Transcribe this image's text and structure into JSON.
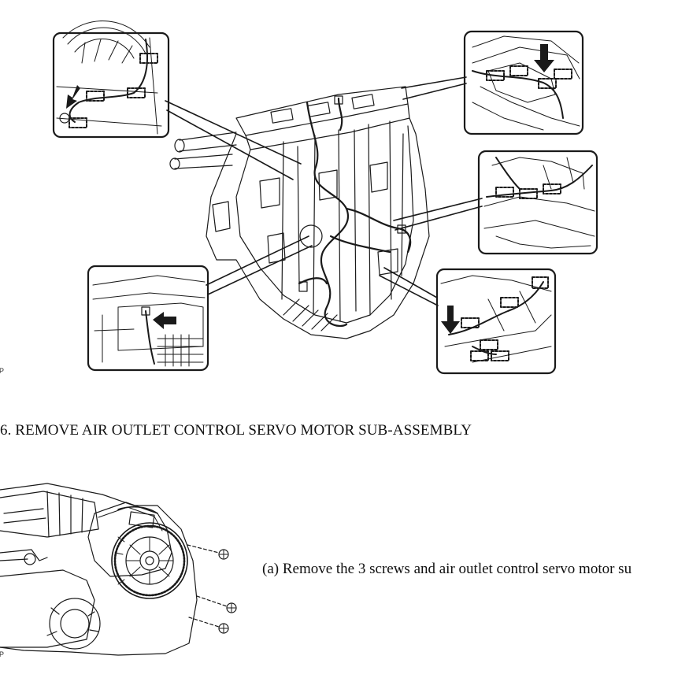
{
  "document": {
    "section_heading": "6. REMOVE AIR OUTLET CONTROL SERVO MOTOR SUB-ASSEMBLY",
    "step_a": "(a) Remove the 3 screws and air outlet control servo motor su"
  },
  "illustrations": {
    "upper": {
      "icon": "hvac-unit-wire-harness-clamps-diagram",
      "callout_count": 5
    },
    "lower": {
      "icon": "servo-motor-screws-diagram",
      "screw_count": 3
    }
  },
  "colors": {
    "line": "#1a1a1a",
    "background": "#ffffff",
    "text": "#111111"
  }
}
